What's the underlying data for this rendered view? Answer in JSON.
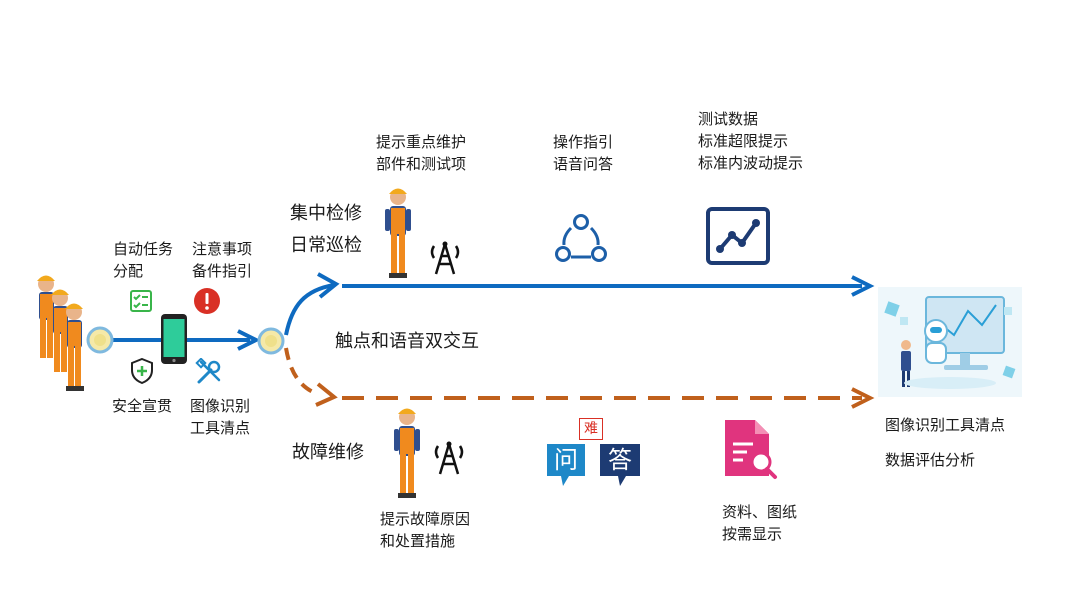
{
  "colors": {
    "blue_path": "#0e6ac0",
    "orange_path": "#c0601c",
    "worker_helmet": "#f2a91d",
    "worker_vest": "#f08a1e",
    "node_fill": "#f5e9a8",
    "node_ring": "#7fb9df",
    "navy_icon": "#1d3b73",
    "pink_icon": "#e0347e",
    "red_badge": "#d93025",
    "green_icon": "#39b54a"
  },
  "left": {
    "task_assign": [
      "自动任务",
      "分配"
    ],
    "notice": [
      "注意事项",
      "备件指引"
    ],
    "safety": "安全宣贯",
    "image_check": [
      "图像识别",
      "工具清点"
    ]
  },
  "top_branch": {
    "labels": [
      "集中检修",
      "日常巡检"
    ],
    "hint_parts": [
      "提示重点维护",
      "部件和测试项"
    ],
    "guide": [
      "操作指引",
      "语音问答"
    ],
    "data": [
      "测试数据",
      "标准超限提示",
      "标准内波动提示"
    ]
  },
  "middle": {
    "interaction": "触点和语音双交互"
  },
  "bottom_branch": {
    "label": "故障维修",
    "hint_fault": [
      "提示故障原因",
      "和处置措施"
    ],
    "qa_badge": "难",
    "qa_ask": "问",
    "qa_answer": "答",
    "docs": [
      "资料、图纸",
      "按需显示"
    ]
  },
  "right": {
    "result": [
      "图像识别工具清点",
      "数据评估分析"
    ]
  }
}
